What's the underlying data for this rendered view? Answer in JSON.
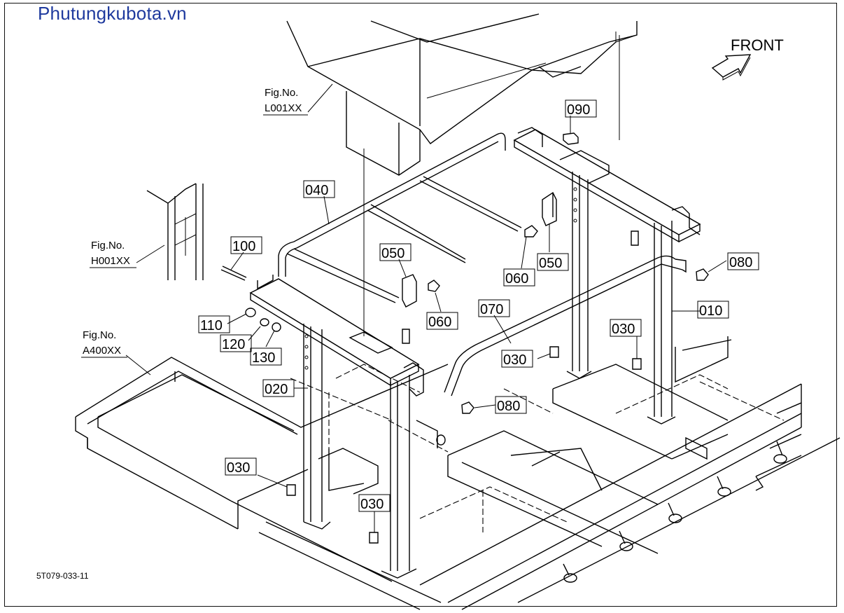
{
  "watermark": "Phutungkubota.vn",
  "front_label": "FRONT",
  "drawing_code": "5T079-033-11",
  "figure_refs": [
    {
      "line1": "Fig.No.",
      "line2": "L001XX"
    },
    {
      "line1": "Fig.No.",
      "line2": "H001XX"
    },
    {
      "line1": "Fig.No.",
      "line2": "A400XX"
    }
  ],
  "callouts": [
    {
      "id": "090"
    },
    {
      "id": "040"
    },
    {
      "id": "100"
    },
    {
      "id": "050"
    },
    {
      "id": "050"
    },
    {
      "id": "060"
    },
    {
      "id": "060"
    },
    {
      "id": "080"
    },
    {
      "id": "080"
    },
    {
      "id": "070"
    },
    {
      "id": "010"
    },
    {
      "id": "110"
    },
    {
      "id": "120"
    },
    {
      "id": "130"
    },
    {
      "id": "030"
    },
    {
      "id": "030"
    },
    {
      "id": "030"
    },
    {
      "id": "030"
    },
    {
      "id": "020"
    }
  ]
}
